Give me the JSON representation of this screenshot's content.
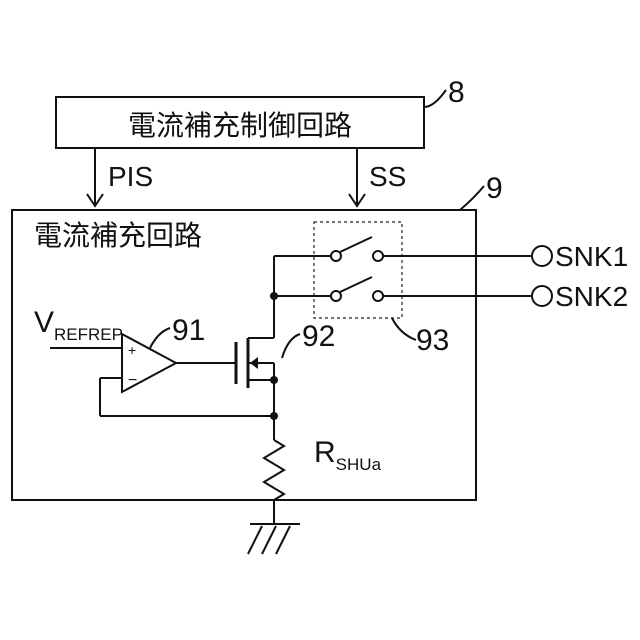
{
  "control_circuit": {
    "title": "電流補充制御回路",
    "ref": "8"
  },
  "signals": {
    "pis": "PIS",
    "ss": "SS"
  },
  "circuit": {
    "title": "電流補充回路",
    "ref": "9"
  },
  "components": {
    "vref_main": "V",
    "vref_sub": "REFREP",
    "plus": "+",
    "minus": "−",
    "amp_ref": "91",
    "mos_ref": "92",
    "switch_ref": "93",
    "resistor_main": "R",
    "resistor_sub": "SHUa"
  },
  "terminals": {
    "snk1": "SNK1",
    "snk2": "SNK2"
  }
}
